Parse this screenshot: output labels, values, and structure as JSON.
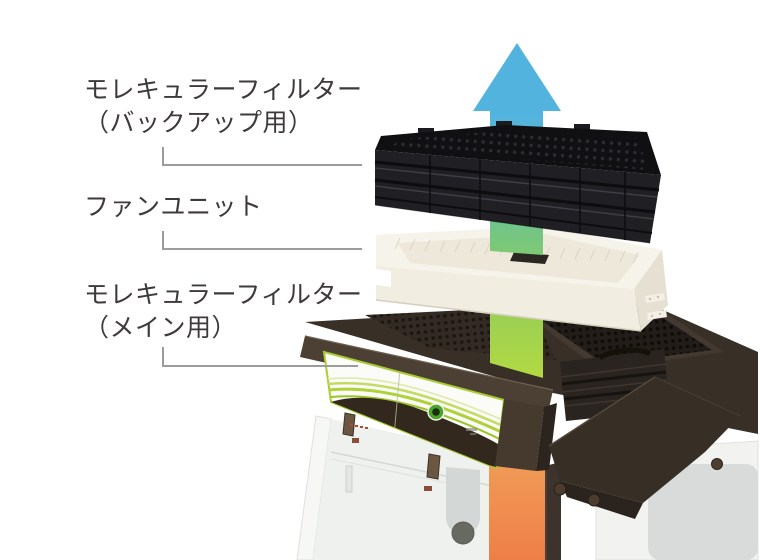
{
  "figure": {
    "type": "exploded-product-diagram",
    "airflow_direction": "up"
  },
  "labels": {
    "backup_filter": {
      "line1": "モレキュラーフィルター",
      "line2": "（バックアップ用）"
    },
    "fan_unit": {
      "line1": "ファンユニット"
    },
    "main_filter": {
      "line1": "モレキュラーフィルター",
      "line2": "（メイン用）"
    }
  },
  "colors": {
    "label_text": "#3E3A39",
    "connector_line": "#9C9C9D",
    "arrow_blue": "#53B3DF",
    "arrow_teal": "#66C19E",
    "arrow_green": "#7CC876",
    "arrow_yellow_green": "#9CD053",
    "arrow_lime": "#B1D843",
    "arrow_orange_light": "#F19C59",
    "arrow_orange": "#EE7F46",
    "backup_filter_body": "#1F1F24",
    "backup_filter_top": "#101013",
    "fan_unit_body": "#F1EDE1",
    "fan_unit_top": "#F6F3EA",
    "head_brown": "#4C3F34",
    "head_deck": "#382F27",
    "hood_brown": "#372E26",
    "panel_white": "#FBFBF8",
    "panel_wave_lime": "#AFD23C",
    "panel_swoosh_brown": "#32281D",
    "badge_green": "#4DA22B",
    "cabinet_gray": "#EFF1EF",
    "window_gray": "#D8DBD9"
  },
  "components": [
    {
      "id": "backup-filter",
      "label_ref": "backup_filter"
    },
    {
      "id": "fan-unit",
      "label_ref": "fan_unit"
    },
    {
      "id": "main-filter",
      "label_ref": "main_filter"
    },
    {
      "id": "cabinet"
    }
  ]
}
